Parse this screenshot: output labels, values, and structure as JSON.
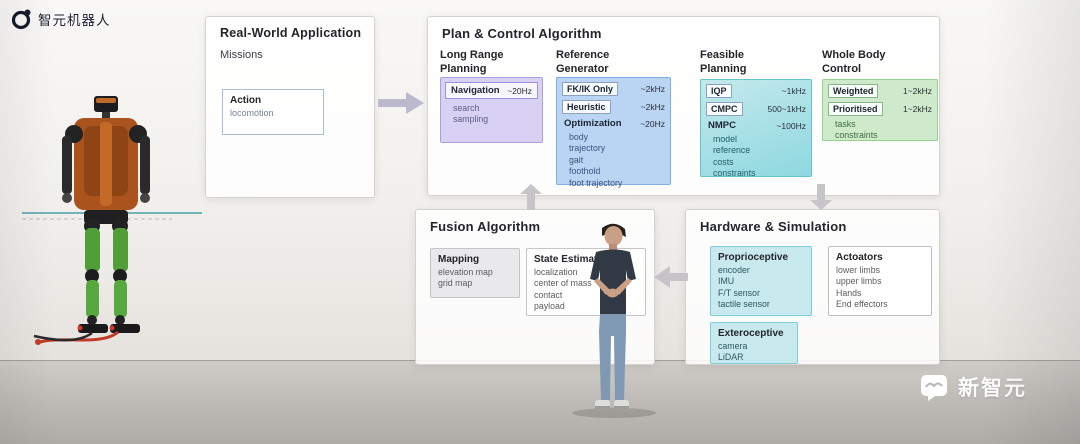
{
  "brand": {
    "name": "智元机器人"
  },
  "watermark": {
    "name": "新智元"
  },
  "real_world": {
    "title": "Real-World Application",
    "subtitle": "Missions",
    "action_title": "Action",
    "action_items": [
      "locomotion"
    ]
  },
  "plan_control": {
    "title": "Plan & Control Algorithm",
    "columns": [
      {
        "heading": "Long Range Planning",
        "modules": [
          {
            "name": "Navigation",
            "rate": "~20Hz",
            "items": [
              "search",
              "sampling"
            ]
          }
        ]
      },
      {
        "heading": "Reference Generator",
        "modules": [
          {
            "name": "FK/IK Only",
            "rate": "~2kHz",
            "items": []
          },
          {
            "name": "Heuristic",
            "rate": "~2kHz",
            "items": []
          },
          {
            "name": "Optimization",
            "rate": "~20Hz",
            "items": [
              "body",
              "trajectory",
              "gait",
              "foothold",
              "foot trajectory"
            ]
          }
        ]
      },
      {
        "heading": "Feasible Planning",
        "modules": [
          {
            "name": "IQP",
            "rate": "~1kHz",
            "items": []
          },
          {
            "name": "CMPC",
            "rate": "500~1kHz",
            "items": []
          },
          {
            "name": "NMPC",
            "rate": "~100Hz",
            "items": [
              "model",
              "reference",
              "costs",
              "constraints"
            ]
          }
        ]
      },
      {
        "heading": "Whole Body Control",
        "modules": [
          {
            "name": "Weighted",
            "rate": "1~2kHz",
            "items": []
          },
          {
            "name": "Prioritised",
            "rate": "1~2kHz",
            "items": [
              "tasks",
              "constraints"
            ]
          }
        ]
      }
    ]
  },
  "fusion": {
    "title": "Fusion Algorithm",
    "boxes": [
      {
        "name": "Mapping",
        "items": [
          "elevation map",
          "grid map"
        ]
      },
      {
        "name": "State Estimation",
        "items": [
          "localization",
          "center of mass",
          "contact",
          "payload"
        ]
      }
    ]
  },
  "hardware": {
    "title": "Hardware & Simulation",
    "boxes": [
      {
        "name": "Proprioceptive",
        "items": [
          "encoder",
          "IMU",
          "F/T sensor",
          "tactile sensor"
        ]
      },
      {
        "name": "Actoators",
        "items": [
          "lower limbs",
          "upper limbs",
          "Hands",
          "End effectors"
        ]
      },
      {
        "name": "Exteroceptive",
        "items": [
          "camera",
          "LiDAR"
        ]
      }
    ]
  },
  "colors": {
    "long_range_bg": "#d8d1f3",
    "reference_bg": "#b9d5f3",
    "feasible_bg": "#9edce4",
    "whole_body_bg": "#cfe9cb",
    "sensor_bg": "#c8e9ee",
    "robot_orange": "#aa531d",
    "robot_green": "#4f9e38"
  }
}
